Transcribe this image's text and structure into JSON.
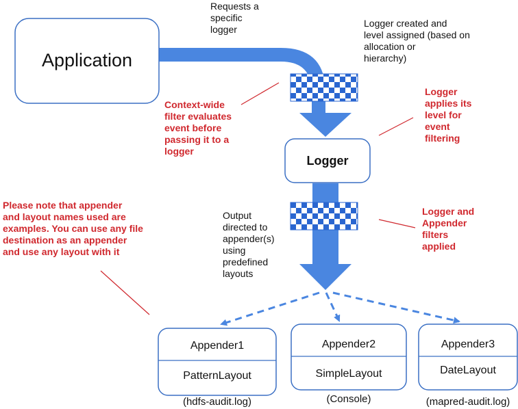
{
  "nodes": {
    "application": "Application",
    "logger": "Logger",
    "appenders": [
      {
        "name": "Appender1",
        "layout": "PatternLayout",
        "file": "(hdfs-audit.log)"
      },
      {
        "name": "Appender2",
        "layout": "SimpleLayout",
        "file": "(Console)"
      },
      {
        "name": "Appender3",
        "layout": "DateLayout",
        "file": "(mapred-audit.log)"
      }
    ]
  },
  "annotations": {
    "requests_logger": [
      "Requests a",
      "specific",
      "logger"
    ],
    "logger_created": [
      "Logger created and",
      "level assigned (based on",
      "allocation or",
      "hierarchy)"
    ],
    "context_filter": [
      "Context-wide",
      "filter evaluates",
      "event before",
      "passing it to a",
      "logger"
    ],
    "logger_applies": [
      "Logger",
      "applies its",
      "level for",
      "event",
      "filtering"
    ],
    "please_note": [
      "Please note that appender",
      "and layout names used are",
      "examples. You can use any file",
      "destination as an appender",
      "and use any layout with it"
    ],
    "output_directed": [
      "Output",
      "directed to",
      "appender(s)",
      "using",
      "predefined",
      "layouts"
    ],
    "logger_appender_filters": [
      "Logger and",
      "Appender",
      "filters",
      "applied"
    ]
  },
  "colors": {
    "flow": "#4a86e0",
    "box_border": "#3a6fc4",
    "annotation_red": "#d0282e",
    "checker_a": "#2a66d0",
    "checker_b": "#ffffff"
  }
}
